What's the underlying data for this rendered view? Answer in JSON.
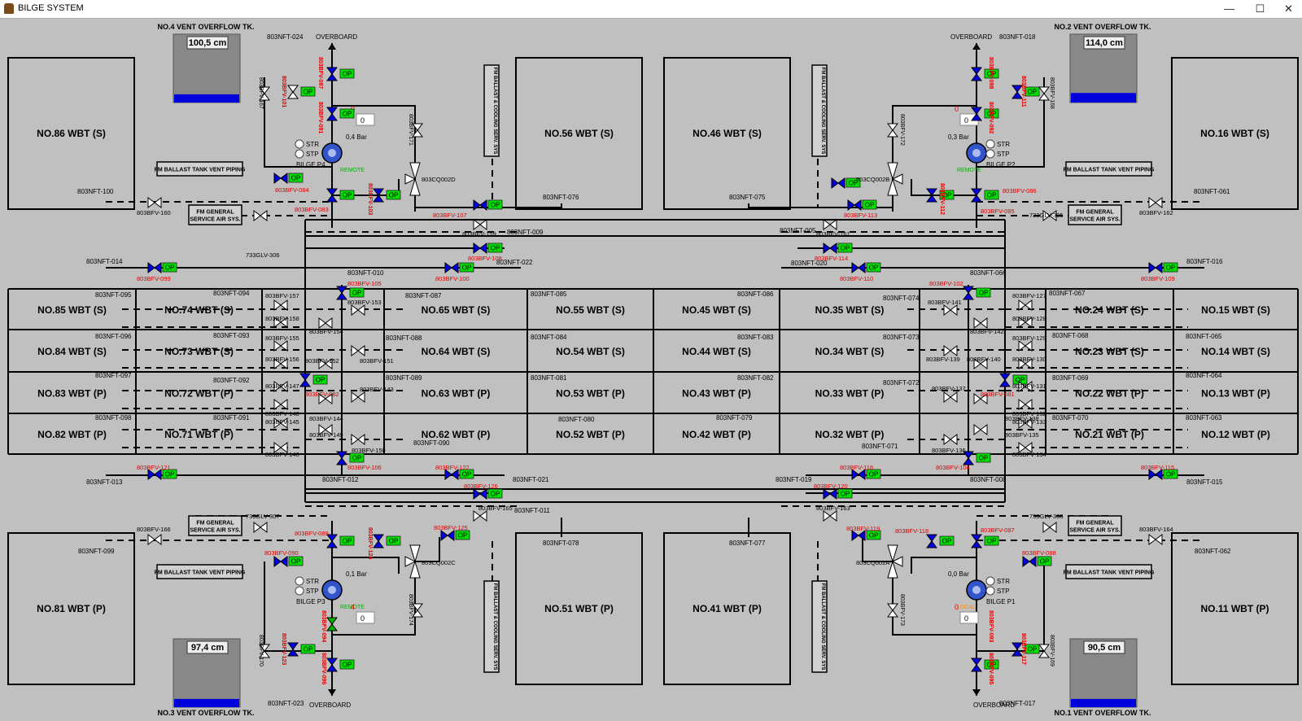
{
  "window": {
    "title": "BILGE SYSTEM",
    "minimize_glyph": "—",
    "maximize_glyph": "☐",
    "close_glyph": "✕"
  },
  "vent_tanks": [
    {
      "id": "no4",
      "label": "NO.4 VENT OVERFLOW TK.",
      "level_text": "100,5 cm",
      "level_fraction": 0.12
    },
    {
      "id": "no2",
      "label": "NO.2 VENT OVERFLOW TK.",
      "level_text": "114,0 cm",
      "level_fraction": 0.14
    },
    {
      "id": "no3",
      "label": "NO.3 VENT OVERFLOW TK.",
      "level_text": "97,4 cm",
      "level_fraction": 0.12
    },
    {
      "id": "no1",
      "label": "NO.1 VENT OVERFLOW TK.",
      "level_text": "90,5 cm",
      "level_fraction": 0.12
    }
  ],
  "big_tanks": [
    "NO.86 WBT (S)",
    "NO.56 WBT (S)",
    "NO.46 WBT (S)",
    "NO.16 WBT (S)",
    "NO.81 WBT (P)",
    "NO.51 WBT (P)",
    "NO.41 WBT (P)",
    "NO.11 WBT (P)"
  ],
  "grid_rows": [
    [
      "NO.85 WBT (S)",
      "NO.74 WBT (S)",
      "NO.65 WBT (S)",
      "NO.55 WBT (S)",
      "NO.45 WBT (S)",
      "NO.35 WBT (S)",
      "NO.24 WBT (S)",
      "NO.15 WBT (S)"
    ],
    [
      "NO.84 WBT (S)",
      "NO.73 WBT (S)",
      "NO.64 WBT (S)",
      "NO.54 WBT (S)",
      "NO.44 WBT (S)",
      "NO.34 WBT (S)",
      "NO.23 WBT (S)",
      "NO.14 WBT (S)"
    ],
    [
      "NO.83 WBT (P)",
      "NO.72 WBT (P)",
      "NO.63 WBT (P)",
      "NO.53 WBT (P)",
      "NO.43 WBT (P)",
      "NO.33 WBT (P)",
      "NO.22 WBT (P)",
      "NO.13 WBT (P)"
    ],
    [
      "NO.82 WBT (P)",
      "NO.71 WBT (P)",
      "NO.62 WBT (P)",
      "NO.52 WBT (P)",
      "NO.42 WBT (P)",
      "NO.32 WBT (P)",
      "NO.21 WBT (P)",
      "NO.12 WBT (P)"
    ]
  ],
  "pumps": [
    {
      "id": "p4",
      "name": "BILGE P4",
      "mode": "REMOTE",
      "pressure": "0,4 Bar",
      "counter": "0",
      "setpoint": "0",
      "str": "STR",
      "stp": "STP"
    },
    {
      "id": "p2",
      "name": "BILGE P2",
      "mode": "REMOTE",
      "pressure": "0,3 Bar",
      "counter": "0",
      "setpoint": "0",
      "str": "STR",
      "stp": "STP"
    },
    {
      "id": "p3",
      "name": "BILGE P3",
      "mode": "REMOTE",
      "pressure": "0,1 Bar",
      "counter": "4",
      "setpoint": "0",
      "str": "STR",
      "stp": "STP"
    },
    {
      "id": "p1",
      "name": "BILGE P1",
      "mode": "LOCAL",
      "pressure": "0,0 Bar",
      "counter": "0",
      "setpoint": "0",
      "str": "STR",
      "stp": "STP"
    }
  ],
  "boxes": {
    "vent_piping": "FM BALLAST TANK VENT PIPING",
    "service_air_1": "FM GENERAL",
    "service_air_2": "SERVICE AIR SYS.",
    "cooling": "FM BALLAST & COOLING SERV. SYS"
  },
  "labels": {
    "overboard": "OVERBOARD",
    "op": "OP",
    "nft": [
      "803NFT-024",
      "803NFT-018",
      "803NFT-100",
      "803NFT-076",
      "803NFT-075",
      "803NFT-061",
      "803NFT-009",
      "803NFT-022",
      "803NFT-005",
      "803NFT-020",
      "803NFT-014",
      "803NFT-016",
      "803NFT-010",
      "803NFT-066",
      "803NFT-095",
      "803NFT-094",
      "803NFT-087",
      "803NFT-085",
      "803NFT-086",
      "803NFT-074",
      "803NFT-067",
      "803NFT-096",
      "803NFT-093",
      "803NFT-088",
      "803NFT-084",
      "803NFT-083",
      "803NFT-073",
      "803NFT-068",
      "803NFT-065",
      "803NFT-097",
      "803NFT-092",
      "803NFT-089",
      "803NFT-081",
      "803NFT-082",
      "803NFT-072",
      "803NFT-069",
      "803NFT-064",
      "803NFT-098",
      "803NFT-091",
      "803NFT-080",
      "803NFT-090",
      "803NFT-079",
      "803NFT-071",
      "803NFT-070",
      "803NFT-063",
      "803NFT-013",
      "803NFT-012",
      "803NFT-021",
      "803NFT-019",
      "803NFT-008",
      "803NFT-015",
      "803NFT-011",
      "803NFT-099",
      "803NFT-078",
      "803NFT-077",
      "803NFT-062",
      "803NFT-023",
      "803NFT-017"
    ],
    "bfv_black": [
      "803BFV-160",
      "803BFV-159",
      "803BFV-161",
      "803BFV-162",
      "803BFV-157",
      "803BFV-158",
      "803BFV-154",
      "803BFV-153",
      "803BFV-155",
      "803BFV-156",
      "803BFV-152",
      "803BFV-151",
      "803BFV-147",
      "803BFV-143",
      "803BFV-148",
      "803BFV-145",
      "803BFV-144",
      "803BFV-149",
      "803BFV-150",
      "803BFV-146",
      "803BFV-141",
      "803BFV-142",
      "803BFV-139",
      "803BFV-140",
      "803BFV-137",
      "803BFV-138",
      "803BFV-135",
      "803BFV-136",
      "803BFV-127",
      "803BFV-128",
      "803BFV-129",
      "803BFV-130",
      "803BFV-131",
      "803BFV-132",
      "803BFV-133",
      "803BFV-134",
      "803BFV-165",
      "803BFV-163",
      "803BFV-166",
      "803BFV-164",
      "733GLV-306",
      "733GLV-305",
      "733GLV-307",
      "733GLV-308",
      "803CQ002D",
      "803CQ002B",
      "803CQ002C",
      "803CQ002A",
      "803BFV-167",
      "803BFV-168",
      "803BFV-170",
      "803BFV-169",
      "803BFV-171",
      "803BFV-172",
      "803BFV-174",
      "803BFV-173"
    ],
    "bfv_red": [
      "803BFV-084",
      "803BFV-083",
      "803BFV-107",
      "803BFV-113",
      "803BFV-086",
      "803BFV-085",
      "803BFV-108",
      "803BFV-114",
      "803BFV-099",
      "803BFV-100",
      "803BFV-110",
      "803BFV-109",
      "803BFV-105",
      "803BFV-102",
      "803BFV-082",
      "803BFV-081",
      "803BFV-106",
      "803BFV-104",
      "803BFV-121",
      "803BFV-122",
      "803BFV-126",
      "803BFV-116",
      "803BFV-120",
      "803BFV-115",
      "803BFV-089",
      "803BFV-125",
      "803BFV-119",
      "803BFV-118",
      "803BFV-087",
      "803BFV-090",
      "803BFV-088",
      "803BFV-101",
      "803BFV-097",
      "803BFV-091",
      "803BFV-103",
      "803BFV-111",
      "803BFV-098",
      "803BFV-092",
      "803BFV-112",
      "803BFV-124",
      "803BFV-094",
      "803BFV-123",
      "803BFV-096",
      "803BFV-117",
      "803BFV-093",
      "803BFV-095"
    ]
  },
  "colors": {
    "background": "#c0c0c0",
    "valve_open": "#0000e0",
    "op_badge": "#00e000",
    "red_label": "#e00000",
    "tank_level": "#0000dd",
    "remote": "#00b000",
    "local": "#ff8c00"
  }
}
